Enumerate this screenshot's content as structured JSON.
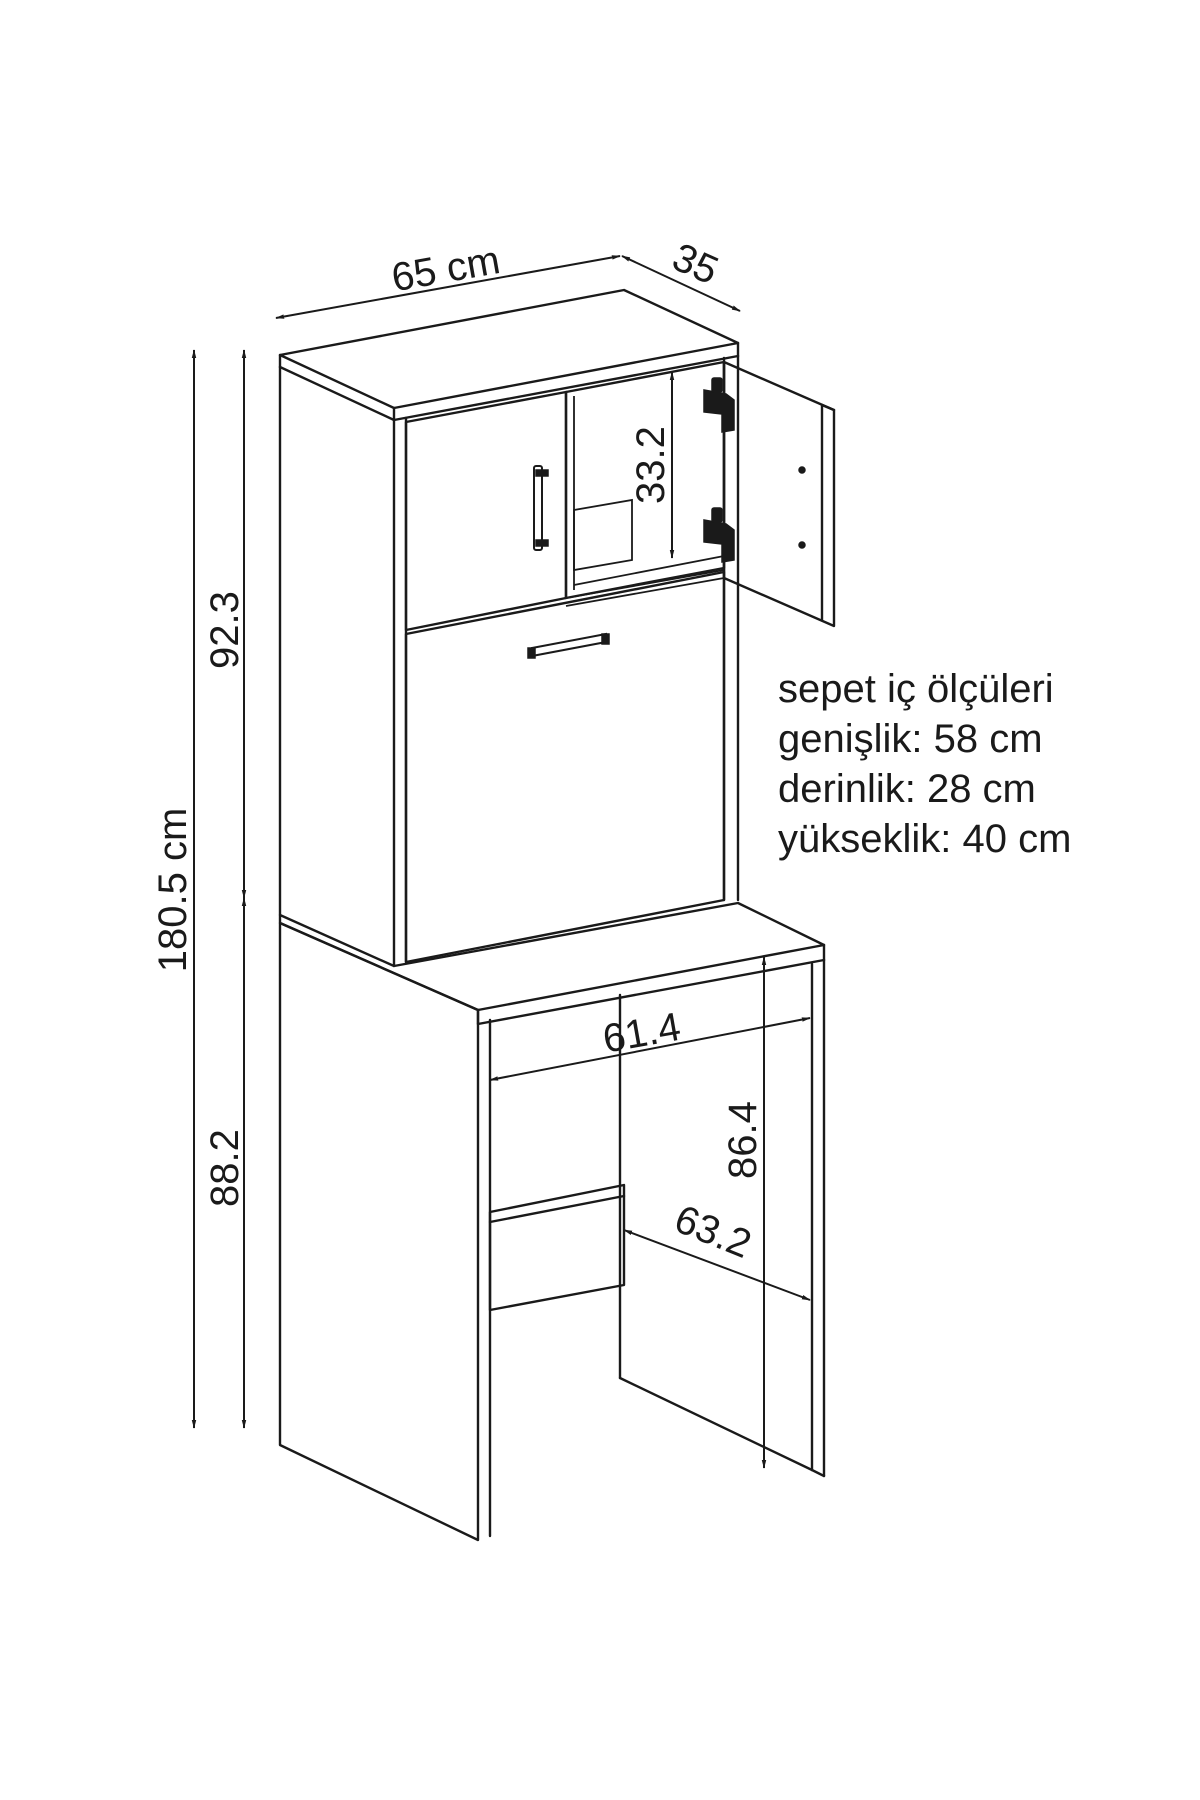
{
  "dimensions": {
    "width": "65 cm",
    "depth": "35",
    "total_height": "180.5 cm",
    "upper_height": "92.3",
    "lower_height": "88.2",
    "shelf_height": "33.2",
    "inner_width": "61.4",
    "inner_height": "86.4",
    "inner_depth": "63.2"
  },
  "basket_info": {
    "title": "sepet iç ölçüleri",
    "width": "genişlik: 58 cm",
    "depth": "derinlik: 28 cm",
    "height": "yükseklik: 40 cm"
  }
}
